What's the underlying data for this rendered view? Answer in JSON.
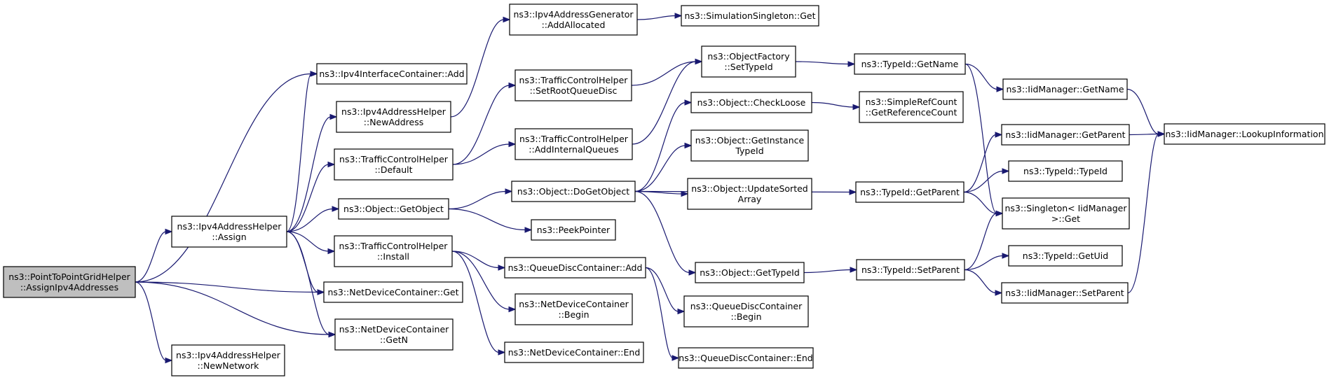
{
  "colors": {
    "edge": "#191970",
    "root_fill": "#bfbfbf",
    "node_fill": "#ffffff",
    "node_border": "#000000"
  },
  "nodes": {
    "root": [
      "ns3::PointToPointGridHelper",
      "::AssignIpv4Addresses"
    ],
    "ipv4_interface_container_add": [
      "ns3::Ipv4InterfaceContainer::Add"
    ],
    "ipv4_address_helper_assign": [
      "ns3::Ipv4AddressHelper",
      "::Assign"
    ],
    "net_device_container_get": [
      "ns3::NetDeviceContainer::Get"
    ],
    "net_device_container_getn": [
      "ns3::NetDeviceContainer",
      "::GetN"
    ],
    "ipv4_address_helper_new_network": [
      "ns3::Ipv4AddressHelper",
      "::NewNetwork"
    ],
    "ipv4_address_helper_new_address": [
      "ns3::Ipv4AddressHelper",
      "::NewAddress"
    ],
    "traffic_control_helper_default": [
      "ns3::TrafficControlHelper",
      "::Default"
    ],
    "object_get_object": [
      "ns3::Object::GetObject"
    ],
    "traffic_control_helper_install": [
      "ns3::TrafficControlHelper",
      "::Install"
    ],
    "ipv4_address_generator_add_allocated": [
      "ns3::Ipv4AddressGenerator",
      "::AddAllocated"
    ],
    "traffic_control_helper_set_root_queue_disc": [
      "ns3::TrafficControlHelper",
      "::SetRootQueueDisc"
    ],
    "traffic_control_helper_add_internal_queues": [
      "ns3::TrafficControlHelper",
      "::AddInternalQueues"
    ],
    "object_do_get_object": [
      "ns3::Object::DoGetObject"
    ],
    "peek_pointer": [
      "ns3::PeekPointer"
    ],
    "queue_disc_container_add": [
      "ns3::QueueDiscContainer::Add"
    ],
    "net_device_container_begin": [
      "ns3::NetDeviceContainer",
      "::Begin"
    ],
    "net_device_container_end": [
      "ns3::NetDeviceContainer::End"
    ],
    "simulation_singleton_get": [
      "ns3::SimulationSingleton::Get"
    ],
    "object_factory_set_type_id": [
      "ns3::ObjectFactory",
      "::SetTypeId"
    ],
    "object_check_loose": [
      "ns3::Object::CheckLoose"
    ],
    "object_get_instance_type_id": [
      "ns3::Object::GetInstance",
      "TypeId"
    ],
    "object_update_sorted_array": [
      "ns3::Object::UpdateSorted",
      "Array"
    ],
    "object_get_type_id": [
      "ns3::Object::GetTypeId"
    ],
    "queue_disc_container_begin": [
      "ns3::QueueDiscContainer",
      "::Begin"
    ],
    "queue_disc_container_end": [
      "ns3::QueueDiscContainer::End"
    ],
    "simple_ref_count_get_reference_count": [
      "ns3::SimpleRefCount",
      "::GetReferenceCount"
    ],
    "type_id_get_name": [
      "ns3::TypeId::GetName"
    ],
    "type_id_get_parent": [
      "ns3::TypeId::GetParent"
    ],
    "type_id_set_parent": [
      "ns3::TypeId::SetParent"
    ],
    "iid_manager_get_name": [
      "ns3::IidManager::GetName"
    ],
    "iid_manager_get_parent": [
      "ns3::IidManager::GetParent"
    ],
    "type_id_type_id": [
      "ns3::TypeId::TypeId"
    ],
    "singleton_iid_manager_get": [
      "ns3::Singleton< IidManager",
      ">::Get"
    ],
    "type_id_get_uid": [
      "ns3::TypeId::GetUid"
    ],
    "iid_manager_set_parent": [
      "ns3::IidManager::SetParent"
    ],
    "iid_manager_lookup_information": [
      "ns3::IidManager::LookupInformation"
    ]
  },
  "edges": [
    [
      "root",
      "ipv4_interface_container_add"
    ],
    [
      "root",
      "ipv4_address_helper_assign"
    ],
    [
      "root",
      "net_device_container_get"
    ],
    [
      "root",
      "net_device_container_getn"
    ],
    [
      "root",
      "ipv4_address_helper_new_network"
    ],
    [
      "ipv4_address_helper_assign",
      "ipv4_interface_container_add"
    ],
    [
      "ipv4_address_helper_assign",
      "ipv4_address_helper_new_address"
    ],
    [
      "ipv4_address_helper_assign",
      "traffic_control_helper_default"
    ],
    [
      "ipv4_address_helper_assign",
      "object_get_object"
    ],
    [
      "ipv4_address_helper_assign",
      "traffic_control_helper_install"
    ],
    [
      "ipv4_address_helper_assign",
      "net_device_container_get"
    ],
    [
      "ipv4_address_helper_assign",
      "net_device_container_getn"
    ],
    [
      "ipv4_address_helper_new_address",
      "ipv4_address_generator_add_allocated"
    ],
    [
      "traffic_control_helper_default",
      "traffic_control_helper_set_root_queue_disc"
    ],
    [
      "traffic_control_helper_default",
      "traffic_control_helper_add_internal_queues"
    ],
    [
      "object_get_object",
      "object_do_get_object"
    ],
    [
      "object_get_object",
      "peek_pointer"
    ],
    [
      "traffic_control_helper_install",
      "queue_disc_container_add"
    ],
    [
      "traffic_control_helper_install",
      "net_device_container_begin"
    ],
    [
      "traffic_control_helper_install",
      "net_device_container_end"
    ],
    [
      "ipv4_address_generator_add_allocated",
      "simulation_singleton_get"
    ],
    [
      "traffic_control_helper_set_root_queue_disc",
      "object_factory_set_type_id"
    ],
    [
      "traffic_control_helper_add_internal_queues",
      "object_factory_set_type_id"
    ],
    [
      "object_do_get_object",
      "object_check_loose"
    ],
    [
      "object_do_get_object",
      "object_get_instance_type_id"
    ],
    [
      "object_do_get_object",
      "object_update_sorted_array"
    ],
    [
      "object_do_get_object",
      "object_get_type_id"
    ],
    [
      "object_do_get_object",
      "type_id_get_parent"
    ],
    [
      "queue_disc_container_add",
      "queue_disc_container_begin"
    ],
    [
      "queue_disc_container_add",
      "queue_disc_container_end"
    ],
    [
      "object_factory_set_type_id",
      "type_id_get_name"
    ],
    [
      "object_check_loose",
      "simple_ref_count_get_reference_count"
    ],
    [
      "object_get_type_id",
      "type_id_set_parent"
    ],
    [
      "type_id_get_name",
      "iid_manager_get_name"
    ],
    [
      "type_id_get_name",
      "singleton_iid_manager_get"
    ],
    [
      "type_id_get_parent",
      "iid_manager_get_parent"
    ],
    [
      "type_id_get_parent",
      "type_id_type_id"
    ],
    [
      "type_id_get_parent",
      "singleton_iid_manager_get"
    ],
    [
      "type_id_set_parent",
      "singleton_iid_manager_get"
    ],
    [
      "type_id_set_parent",
      "type_id_get_uid"
    ],
    [
      "type_id_set_parent",
      "iid_manager_set_parent"
    ],
    [
      "iid_manager_get_name",
      "iid_manager_lookup_information"
    ],
    [
      "iid_manager_get_parent",
      "iid_manager_lookup_information"
    ],
    [
      "iid_manager_set_parent",
      "iid_manager_lookup_information"
    ]
  ]
}
